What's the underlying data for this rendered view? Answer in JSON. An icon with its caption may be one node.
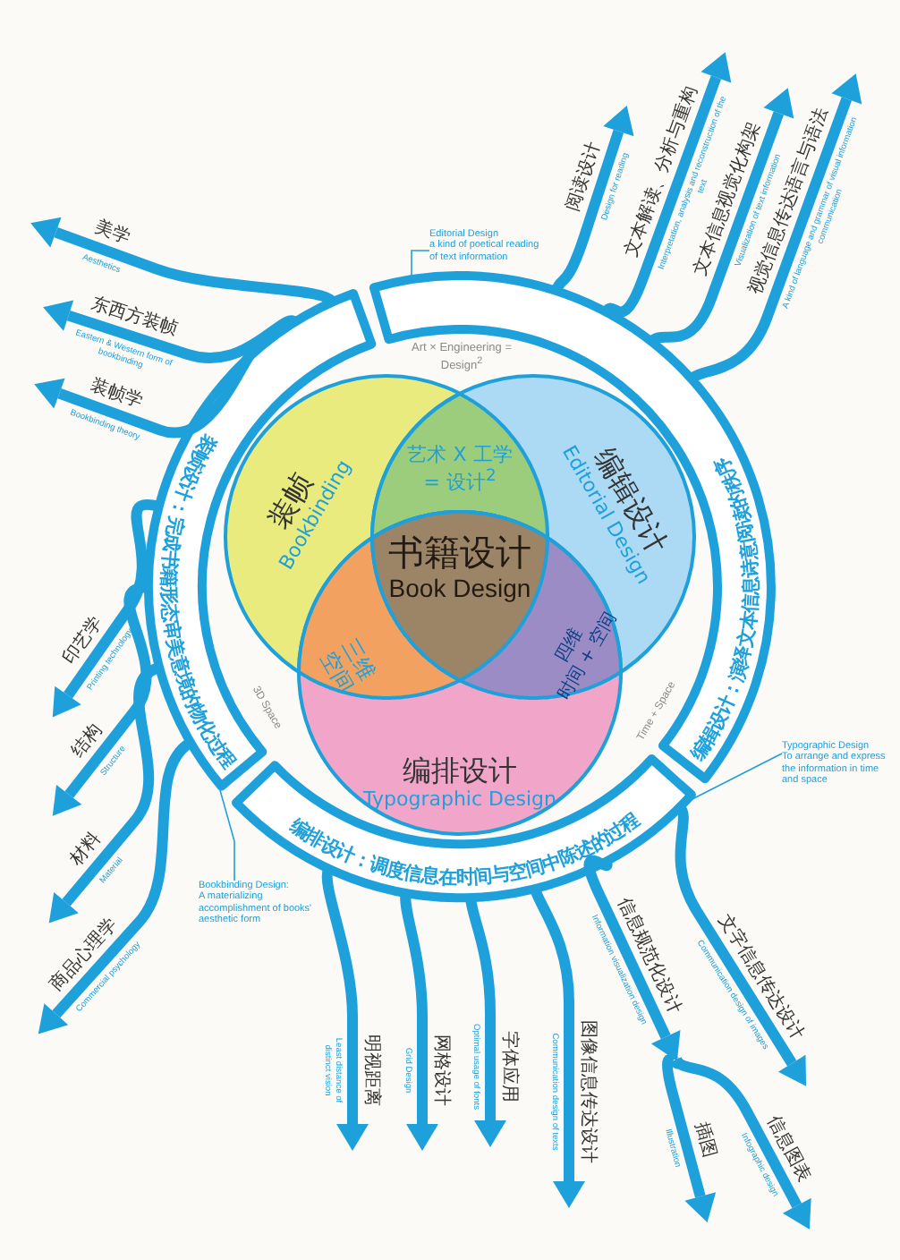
{
  "diagram": {
    "nodes": [
      {
        "text": [
          "编辑设计：演绎文本信息诗意阅读的秩序"
        ]
      },
      {
        "text": [
          "编排设计：调度信息在时间与空间中陈述的过程"
        ]
      },
      {
        "text": [
          "装帧设计：完成书籍形态审美意境的物化过程"
        ]
      },
      {
        "text": [
          "装帧",
          "Bookbinding"
        ]
      },
      {
        "text": [
          "编辑设计",
          "Editorial Design"
        ]
      },
      {
        "text": [
          "编排设计",
          "Typographic Design"
        ]
      },
      {
        "text": [
          "艺术 X 工学 = 设计$^{2}$"
        ]
      },
      {
        "text": [
          "三维空间"
        ]
      },
      {
        "text": [
          "四维",
          "时间 + 空间"
        ]
      },
      {
        "text": [
          "书籍设计",
          "Book Design"
        ]
      },
      {
        "text": [
          "Editorial Design",
          "a kind of poetical reading of text information"
        ]
      },
      {
        "text": [
          "Typographic Design",
          "To arrange and express the information in time and space"
        ]
      },
      {
        "text": [
          "Bookbinding Design:",
          "A materializing accomplishment of books' aesthetic form"
        ]
      },
      {
        "text": [
          "美学",
          "Aesthetics"
        ]
      },
      {
        "text": [
          "东西方装帧",
          "Eastern & Western form of bookbinding"
        ]
      },
      {
        "text": [
          "装帧学",
          "Bookbinding theory"
        ]
      },
      {
        "text": [
          "印艺学",
          "Printing technology"
        ]
      },
      {
        "text": [
          "结构",
          "Structure"
        ]
      },
      {
        "text": [
          "材料",
          "Material"
        ]
      },
      {
        "text": [
          "商品心理学",
          "Commercial psychology"
        ]
      },
      {
        "text": [
          "明视距离",
          "Least distance of distinct vision"
        ]
      },
      {
        "text": [
          "网格设计",
          "Grid Design"
        ]
      },
      {
        "text": [
          "字体应用",
          "Optimal usage of fonts"
        ]
      },
      {
        "text": [
          "图像信息传达设计",
          "Communication design of texts"
        ]
      },
      {
        "text": [
          "信息规范化设计",
          "Information visualization design"
        ]
      },
      {
        "text": [
          "插图",
          "Illustration"
        ]
      },
      {
        "text": [
          "信息图表",
          "Infographic design"
        ]
      },
      {
        "text": [
          "文字信息传达设计",
          "Communication design of images"
        ]
      },
      {
        "text": [
          "阅读设计",
          "Design for reading"
        ]
      },
      {
        "text": [
          "文本解读、分析与重构",
          "Interpretation, analysis and reconstruction of the text"
        ]
      },
      {
        "text": [
          "文本信息视觉化构架",
          "Visualization of text information"
        ]
      },
      {
        "text": [
          "视觉信息传达语言与语法",
          "A kind of language and grammar of visual information communication"
        ]
      }
    ],
    "edges": [
      {
        "from": 10,
        "to": 0,
        "arrow": "none"
      },
      {
        "from": 11,
        "to": 1,
        "arrow": "none"
      },
      {
        "from": 12,
        "to": 2,
        "arrow": "none"
      },
      {
        "from": 2,
        "to": 13,
        "arrow": "to"
      },
      {
        "from": 2,
        "to": 14,
        "arrow": "to"
      },
      {
        "from": 2,
        "to": 15,
        "arrow": "to"
      },
      {
        "from": 2,
        "to": 16,
        "arrow": "to"
      },
      {
        "from": 2,
        "to": 17,
        "arrow": "to"
      },
      {
        "from": 2,
        "to": 18,
        "arrow": "to"
      },
      {
        "from": 2,
        "to": 19,
        "arrow": "to"
      },
      {
        "from": 1,
        "to": 20,
        "arrow": "to"
      },
      {
        "from": 1,
        "to": 21,
        "arrow": "to"
      },
      {
        "from": 1,
        "to": 22,
        "arrow": "to"
      },
      {
        "from": 1,
        "to": 23,
        "arrow": "to"
      },
      {
        "from": 1,
        "to": 24,
        "arrow": "to"
      },
      {
        "from": 24,
        "to": 25,
        "arrow": "to"
      },
      {
        "from": 24,
        "to": 26,
        "arrow": "to"
      },
      {
        "from": 1,
        "to": 27,
        "arrow": "to"
      },
      {
        "from": 0,
        "to": 28,
        "arrow": "to"
      },
      {
        "from": 0,
        "to": 29,
        "arrow": "to"
      },
      {
        "from": 0,
        "to": 30,
        "arrow": "to"
      },
      {
        "from": 0,
        "to": 31,
        "arrow": "to"
      }
    ],
    "labels": [
      "Art × Engineering = Design$^{2}$",
      "3D Space",
      "Time + Space"
    ]
  }
}
